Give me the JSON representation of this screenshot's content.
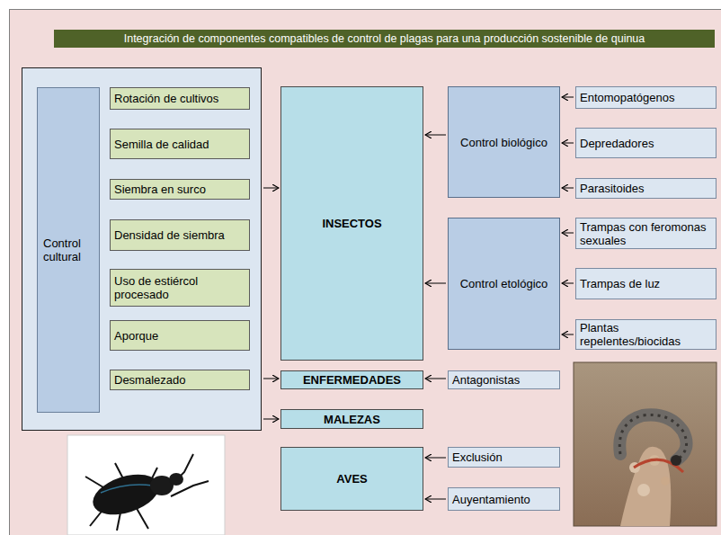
{
  "diagram": {
    "title": "Integración de componentes compatibles de control de plagas para una producción sostenible de quinua",
    "nodes": [
      {
        "text": [
          "Control cultural"
        ]
      },
      {
        "text": [
          "Rotación de cultivos"
        ],
        "in": 0
      },
      {
        "text": [
          "Semilla de calidad"
        ],
        "in": 0
      },
      {
        "text": [
          "Siembra en surco"
        ],
        "in": 0
      },
      {
        "text": [
          "Densidad de siembra"
        ],
        "in": 0
      },
      {
        "text": [
          "Uso de estiércol procesado"
        ],
        "in": 0
      },
      {
        "text": [
          "Aporque"
        ],
        "in": 0
      },
      {
        "text": [
          "Desmalezado"
        ],
        "in": 0
      },
      {
        "text": [
          "INSECTOS"
        ]
      },
      {
        "text": [
          "ENFERMEDADES"
        ]
      },
      {
        "text": [
          "MALEZAS"
        ]
      },
      {
        "text": [
          "AVES"
        ]
      },
      {
        "text": [
          "Control biológico"
        ]
      },
      {
        "text": [
          "Control etológico"
        ]
      },
      {
        "text": [
          "Entomopatógenos"
        ]
      },
      {
        "text": [
          "Depredadores"
        ]
      },
      {
        "text": [
          "Parasitoides"
        ]
      },
      {
        "text": [
          "Trampas con feromonas sexuales"
        ]
      },
      {
        "text": [
          "Trampas de luz"
        ]
      },
      {
        "text": [
          "Plantas repelentes/biocidas"
        ]
      },
      {
        "text": [
          "Antagonistas"
        ]
      },
      {
        "text": [
          "Exclusión"
        ]
      },
      {
        "text": [
          "Auyentamiento"
        ]
      }
    ],
    "edges": [
      {
        "from": 0,
        "to": 8,
        "arrow": "to"
      },
      {
        "from": 0,
        "to": 9,
        "arrow": "to"
      },
      {
        "from": 0,
        "to": 10,
        "arrow": "to"
      },
      {
        "from": 14,
        "to": 12,
        "arrow": "to"
      },
      {
        "from": 15,
        "to": 12,
        "arrow": "to"
      },
      {
        "from": 16,
        "to": 12,
        "arrow": "to"
      },
      {
        "from": 12,
        "to": 8,
        "arrow": "to"
      },
      {
        "from": 17,
        "to": 13,
        "arrow": "to"
      },
      {
        "from": 18,
        "to": 13,
        "arrow": "to"
      },
      {
        "from": 19,
        "to": 13,
        "arrow": "to"
      },
      {
        "from": 13,
        "to": 8,
        "arrow": "to"
      },
      {
        "from": 20,
        "to": 9,
        "arrow": "to"
      },
      {
        "from": 21,
        "to": 11,
        "arrow": "to"
      },
      {
        "from": 22,
        "to": 11,
        "arrow": "to"
      }
    ]
  }
}
